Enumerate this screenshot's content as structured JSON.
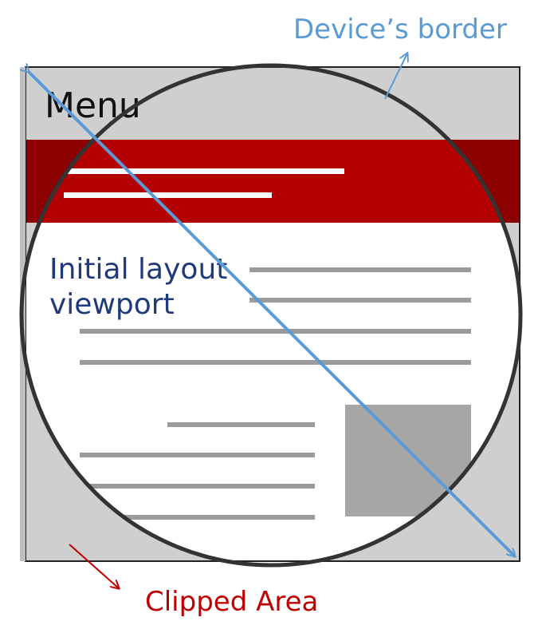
{
  "device_border_label": "Device’s border",
  "menu_label": "Menu",
  "viewport_label": {
    "line1": "Initial layout",
    "line2": "viewport"
  },
  "clipped_area_label": "Clipped Area",
  "colors": {
    "device_border_text": "#5b9bd5",
    "diagonal_arrow": "#5b9bd5",
    "header_bar": "#b30000",
    "header_bar_dark": "#8c0000",
    "clipped_area_fill": "#cfcfcf",
    "viewport_text": "#1f3a7a",
    "clipped_area_text": "#c00000",
    "circle_stroke": "#333333",
    "placeholder_image": "#a6a6a6"
  },
  "icons": {
    "pointer_arrow_top": "arrow-icon",
    "pointer_arrow_bottom": "arrow-icon"
  }
}
